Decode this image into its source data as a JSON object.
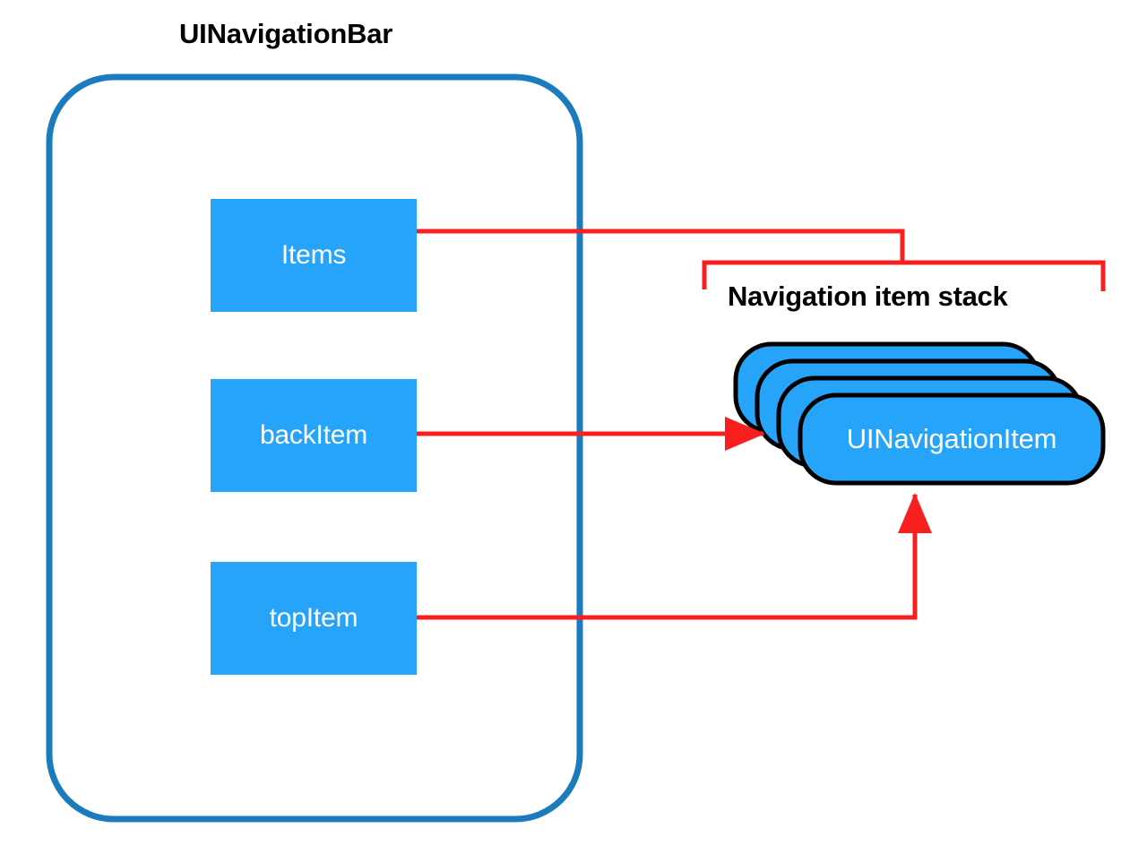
{
  "diagram": {
    "title": "UINavigationBar",
    "container": {
      "name": "UINavigationBar",
      "stroke_color": "#1a7bbd",
      "fill_color": "#ffffff"
    },
    "properties": [
      {
        "label": "Items",
        "connector": "bracket-to-stack"
      },
      {
        "label": "backItem",
        "connector": "arrow-to-second-card"
      },
      {
        "label": "topItem",
        "connector": "arrow-to-front-card"
      }
    ],
    "stack": {
      "group_label": "Navigation item stack",
      "front_card_label": "UINavigationItem",
      "card_count": 4,
      "card_fill": "#26a4fa",
      "card_stroke": "#000000"
    },
    "connector_color": "#f81f1f",
    "box_fill": "#26a4fa",
    "box_text_color": "#ffffff"
  }
}
